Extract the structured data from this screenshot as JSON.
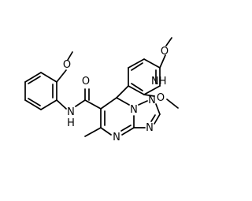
{
  "molecule": {
    "atom_labels": {
      "o_top": "O",
      "o_mid": "O",
      "o_left": "O",
      "o_amide": "O",
      "nh_amide": "N",
      "h_amide": "H",
      "nh_ring": "NH",
      "n_triazole": "N",
      "n_ring_bottom": "N",
      "n_triazole_bottom": "N",
      "n_fused": "N"
    },
    "colors": {
      "bond": "#000000",
      "label": "#000000",
      "background": "#ffffff"
    }
  }
}
